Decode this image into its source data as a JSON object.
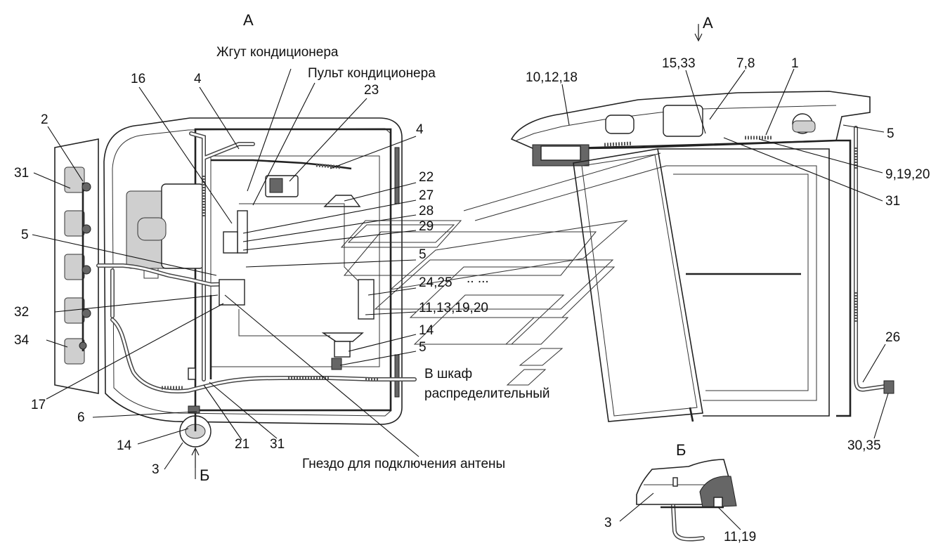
{
  "views": {
    "main_view": "А",
    "side_view": "А",
    "detail_view": "Б",
    "detail_arrow": "Б"
  },
  "text_labels": {
    "harness": "Жгут кондиционера",
    "panel": "Пульт кондиционера",
    "cabinet_line1": "В шкаф",
    "cabinet_line2": "распределительный",
    "antenna_socket": "Гнездо для подключения антены",
    "dots": "..  ..."
  },
  "callouts_left": {
    "c16": "16",
    "c4a": "4",
    "c23": "23",
    "c4b": "4",
    "c22": "22",
    "c27": "27",
    "c28": "28",
    "c29": "29",
    "c5a": "5",
    "c2425": "24,25",
    "c11131920": "11,13,19,20",
    "c14a": "14",
    "c5b": "5",
    "c2": "2",
    "c31a": "31",
    "c5c": "5",
    "c32": "32",
    "c34": "34",
    "c17": "17",
    "c6": "6",
    "c14b": "14",
    "c3": "3",
    "c21": "21",
    "c31b": "31"
  },
  "callouts_right": {
    "c101218": "10,12,18",
    "c1533": "15,33",
    "c78": "7,8",
    "c1": "1",
    "c5": "5",
    "c91920": "9,19,20",
    "c31": "31",
    "c26": "26",
    "c3035": "30,35"
  },
  "callouts_detail": {
    "c3": "3",
    "c1119": "11,19"
  }
}
